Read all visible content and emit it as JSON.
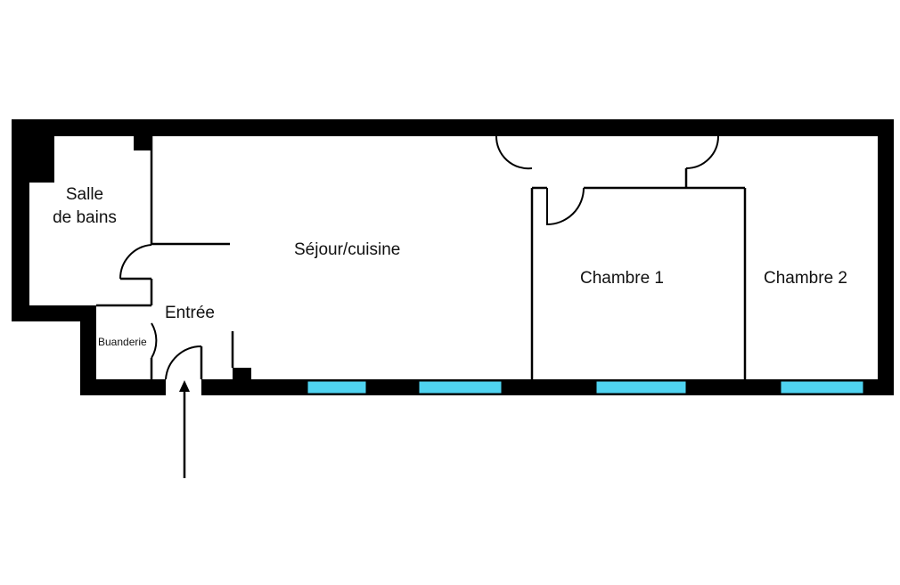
{
  "rooms": {
    "salle_de_bains": {
      "line1": "Salle",
      "line2": "de bains"
    },
    "sejour": "Séjour/cuisine",
    "chambre1": "Chambre 1",
    "chambre2": "Chambre 2",
    "entree": "Entrée",
    "buanderie": "Buanderie"
  },
  "colors": {
    "wall": "#000000",
    "window": "#4fd3f0",
    "background": "#ffffff"
  },
  "icons": {
    "entrance": "entrance-arrow-icon"
  }
}
